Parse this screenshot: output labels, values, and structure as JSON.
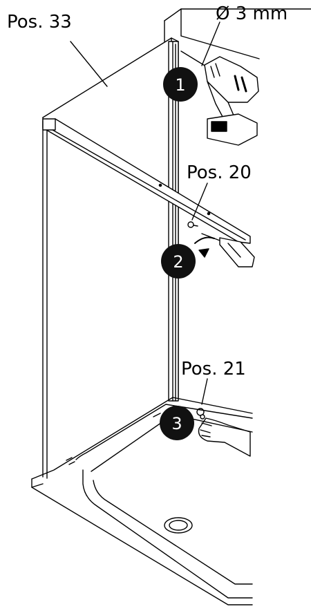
{
  "labels": {
    "pos33": "Pos. 33",
    "diameter": "Ø 3 mm",
    "pos20": "Pos. 20",
    "pos21": "Pos. 21"
  },
  "steps": [
    "1",
    "2",
    "3"
  ],
  "colors": {
    "line": "#000000",
    "fill": "#ffffff",
    "badge": "#111111"
  }
}
